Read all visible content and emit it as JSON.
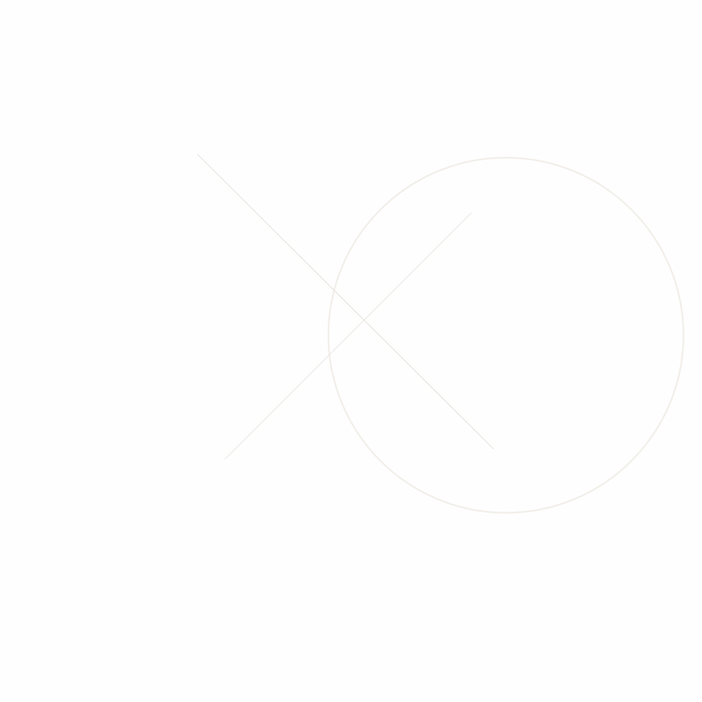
{
  "canvas": {
    "background": "#fefefe",
    "stroke_color": "#e6e3dc",
    "circle_color": "#f2efea",
    "shapes": [
      "diagonal-line",
      "diagonal-line",
      "circle"
    ]
  }
}
